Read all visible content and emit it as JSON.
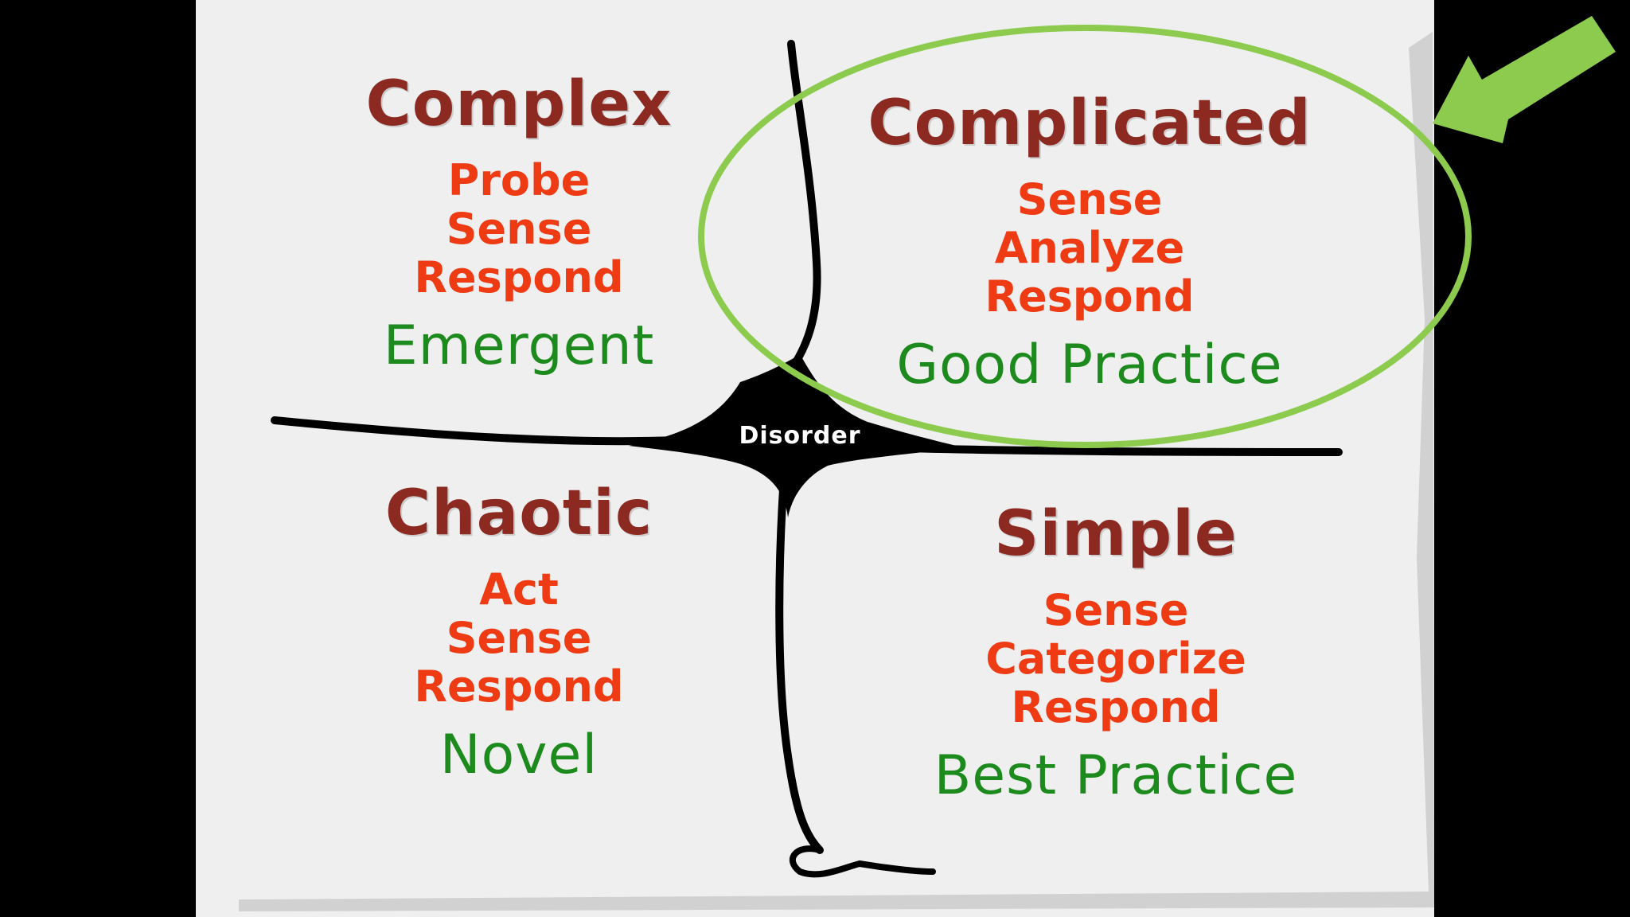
{
  "diagram": {
    "center_label": "Disorder",
    "quadrants": {
      "complex": {
        "title": "Complex",
        "steps": [
          "Probe",
          "Sense",
          "Respond"
        ],
        "practice": "Emergent"
      },
      "complicated": {
        "title": "Complicated",
        "steps": [
          "Sense",
          "Analyze",
          "Respond"
        ],
        "practice": "Good Practice"
      },
      "chaotic": {
        "title": "Chaotic",
        "steps": [
          "Act",
          "Sense",
          "Respond"
        ],
        "practice": "Novel"
      },
      "simple": {
        "title": "Simple",
        "steps": [
          "Sense",
          "Categorize",
          "Respond"
        ],
        "practice": "Best Practice"
      }
    }
  },
  "colors": {
    "title": "#8c2a22",
    "steps": "#ee3b14",
    "practice": "#1d8a1d",
    "highlight": "#8dcb4f",
    "background": "#000000",
    "paper": "#efefef"
  },
  "annotations": {
    "highlight_shape": "ellipse around Complicated quadrant",
    "arrow": "green arrow pointing at Complicated quadrant"
  }
}
